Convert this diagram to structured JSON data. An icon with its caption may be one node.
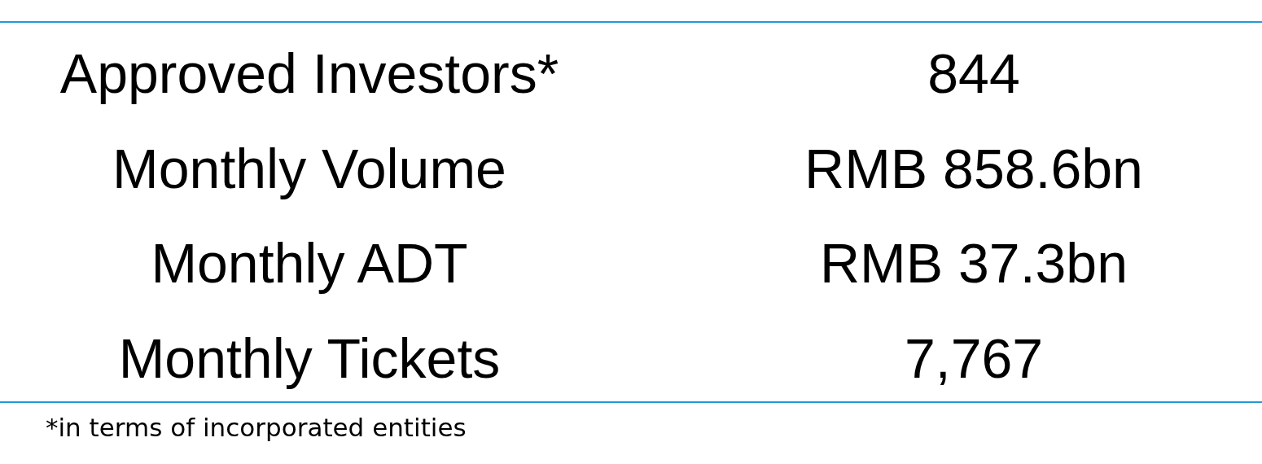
{
  "diagram": {
    "labels": [
      "Approved Investors*",
      "844",
      "Monthly Volume",
      "RMB 858.6bn",
      "Monthly ADT",
      "RMB 37.3bn",
      "Monthly Tickets",
      "7,767",
      "*in terms of incorporated entities"
    ]
  }
}
